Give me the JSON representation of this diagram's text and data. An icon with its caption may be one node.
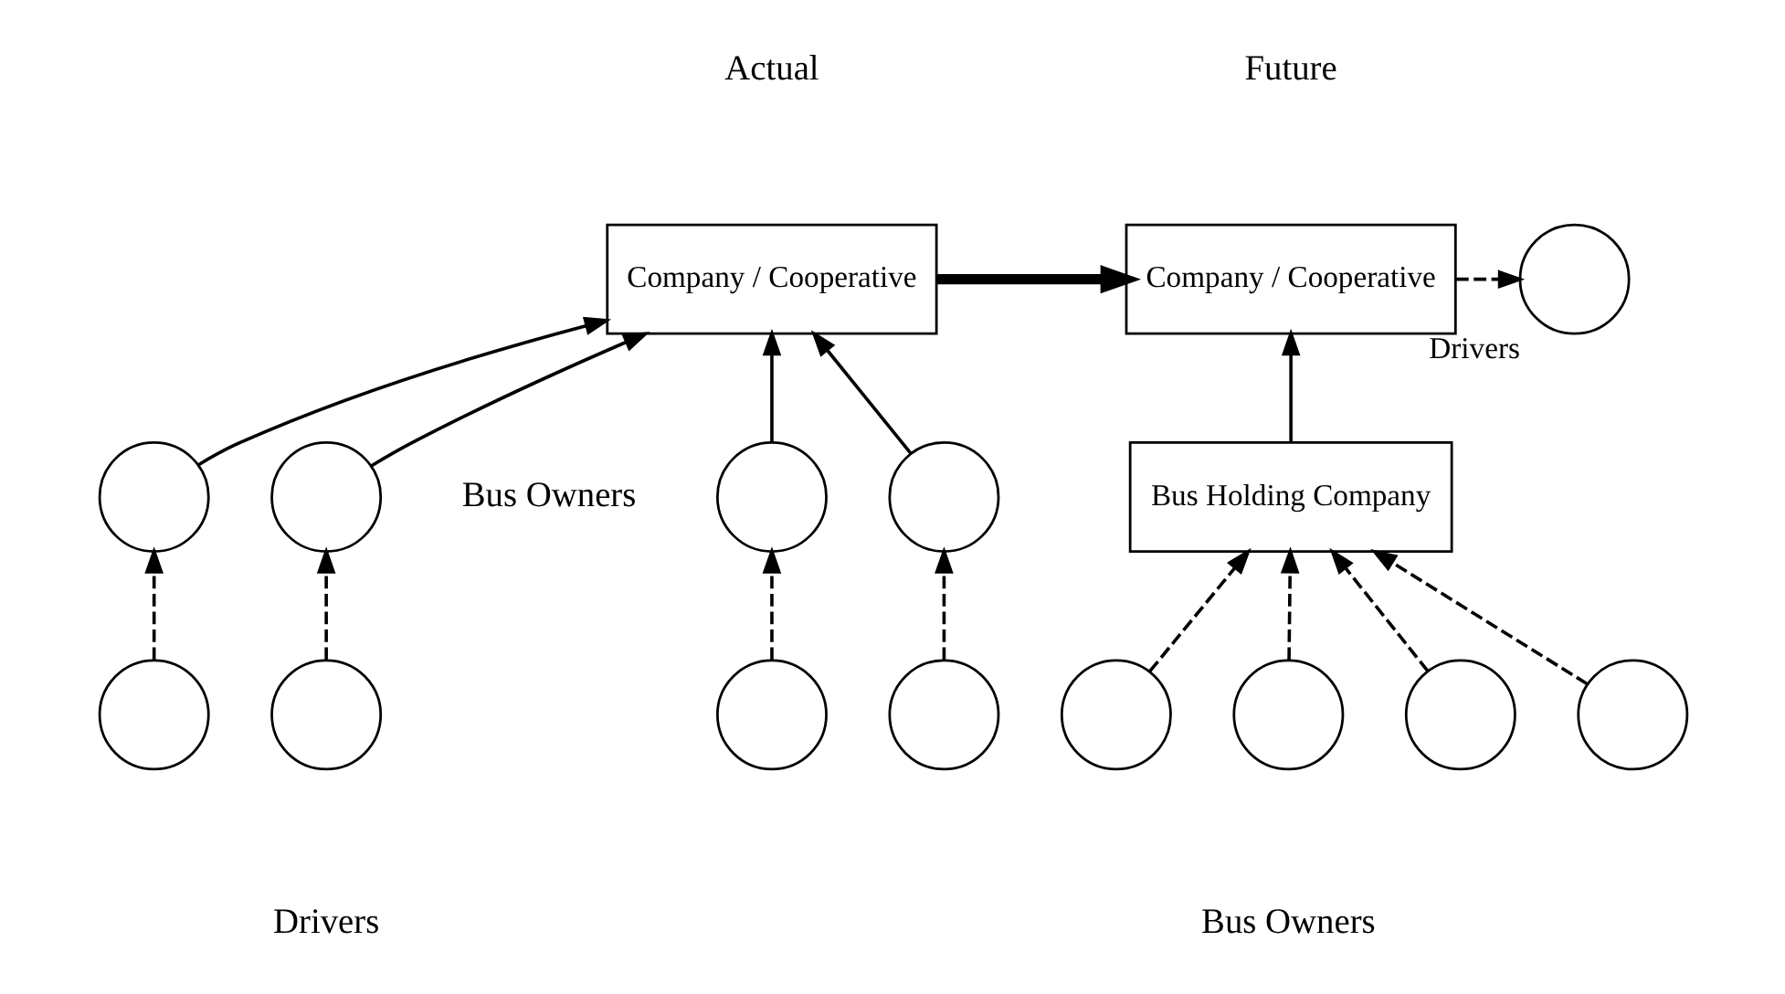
{
  "diagram": {
    "nodes": [
      {
        "text": [
          "Company / Cooperative"
        ]
      },
      {
        "text": [],
        "shape": "circle"
      },
      {
        "text": [],
        "shape": "circle"
      },
      {
        "text": [],
        "shape": "circle"
      },
      {
        "text": [],
        "shape": "circle"
      },
      {
        "text": [],
        "shape": "circle"
      },
      {
        "text": [],
        "shape": "circle"
      },
      {
        "text": [],
        "shape": "circle"
      },
      {
        "text": [],
        "shape": "circle"
      },
      {
        "text": [
          "Company / Cooperative"
        ]
      },
      {
        "text": [],
        "shape": "circle",
        "beside": [
          "Drivers"
        ]
      },
      {
        "text": [
          "Bus Holding Company"
        ]
      },
      {
        "text": [],
        "shape": "circle"
      },
      {
        "text": [],
        "shape": "circle"
      },
      {
        "text": [],
        "shape": "circle"
      },
      {
        "text": [],
        "shape": "circle"
      }
    ],
    "edges": [
      {
        "from": 1,
        "to": 0,
        "arrow": "to"
      },
      {
        "from": 2,
        "to": 0,
        "arrow": "to"
      },
      {
        "from": 3,
        "to": 0,
        "arrow": "to"
      },
      {
        "from": 4,
        "to": 0,
        "arrow": "to"
      },
      {
        "from": 5,
        "to": 1,
        "arrow": "to",
        "style": "dashed"
      },
      {
        "from": 6,
        "to": 2,
        "arrow": "to",
        "style": "dashed"
      },
      {
        "from": 7,
        "to": 3,
        "arrow": "to",
        "style": "dashed"
      },
      {
        "from": 8,
        "to": 4,
        "arrow": "to",
        "style": "dashed"
      },
      {
        "from": 0,
        "to": 9,
        "arrow": "to",
        "style": "thick"
      },
      {
        "from": 9,
        "to": 10,
        "arrow": "to",
        "style": "dashed"
      },
      {
        "from": 11,
        "to": 9,
        "arrow": "to"
      },
      {
        "from": 12,
        "to": 11,
        "arrow": "to",
        "style": "dashed"
      },
      {
        "from": 13,
        "to": 11,
        "arrow": "to",
        "style": "dashed"
      },
      {
        "from": 14,
        "to": 11,
        "arrow": "to",
        "style": "dashed"
      },
      {
        "from": 15,
        "to": 11,
        "arrow": "to",
        "style": "dashed"
      }
    ],
    "labels": [
      "Actual",
      "Future",
      "Bus Owners",
      "Drivers",
      "Bus Owners"
    ]
  }
}
